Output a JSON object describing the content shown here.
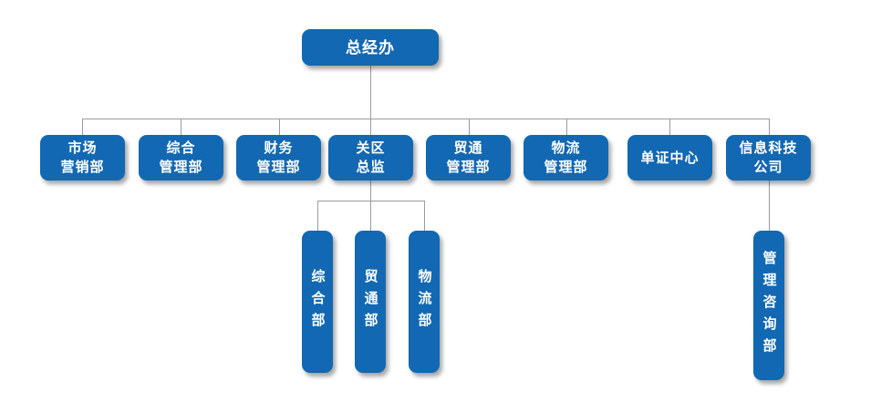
{
  "colors": {
    "node_blue": "#1268b2",
    "node_text": "#ffffff",
    "line_gray": "#9b9b9b"
  },
  "org": {
    "root": {
      "label": "总经办"
    },
    "departments": [
      {
        "line1": "市场",
        "line2": "营销部"
      },
      {
        "line1": "综合",
        "line2": "管理部"
      },
      {
        "line1": "财务",
        "line2": "管理部"
      },
      {
        "line1": "关区",
        "line2": "总监"
      },
      {
        "line1": "贸通",
        "line2": "管理部"
      },
      {
        "line1": "物流",
        "line2": "管理部"
      },
      {
        "line1": "单证中心"
      },
      {
        "line1": "信息科技",
        "line2": "公司"
      }
    ],
    "customs_children": [
      "综合部",
      "贸通部",
      "物流部"
    ],
    "it_children": [
      "管理咨询部"
    ]
  }
}
